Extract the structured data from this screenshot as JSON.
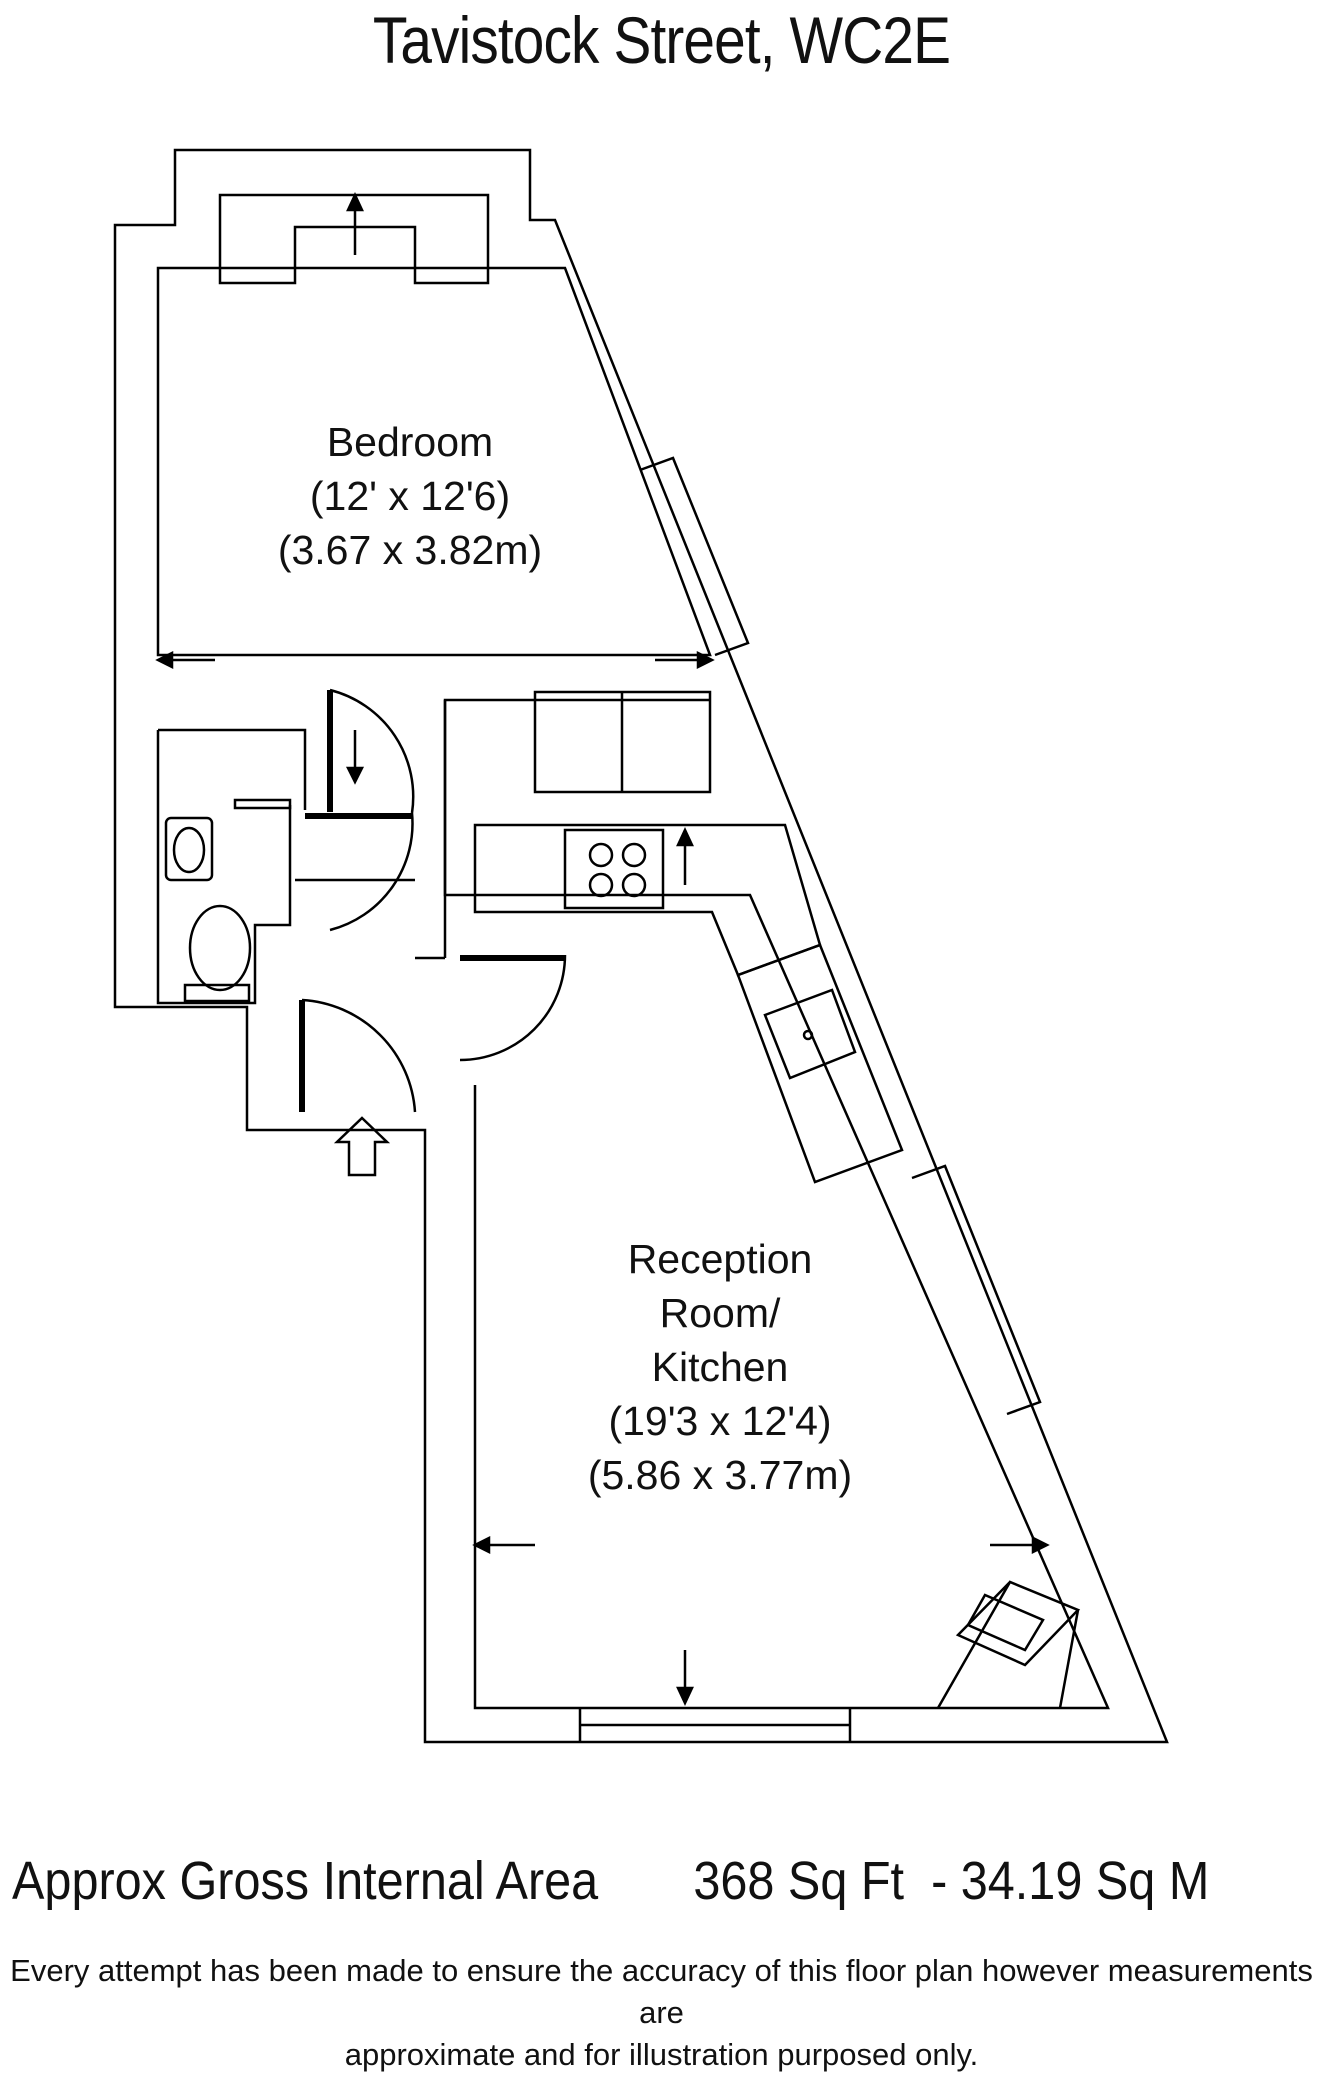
{
  "title": "Tavistock Street, WC2E",
  "rooms": [
    {
      "id": "bedroom",
      "name": "Bedroom",
      "imperial": "(12' x 12'6)",
      "metric": "(3.67 x 3.82m)"
    },
    {
      "id": "reception",
      "name_lines": [
        "Reception",
        "Room/",
        "Kitchen"
      ],
      "imperial": "(19'3 x 12'4)",
      "metric": "(5.86 x 3.77m)"
    }
  ],
  "area": {
    "label": "Approx Gross Internal Area",
    "value": "368 Sq Ft  - 34.19 Sq M"
  },
  "disclaimer": {
    "line1": "Every attempt has been made to ensure the accuracy of this floor plan however measurements are",
    "line2": "approximate and for illustration purposed only."
  }
}
